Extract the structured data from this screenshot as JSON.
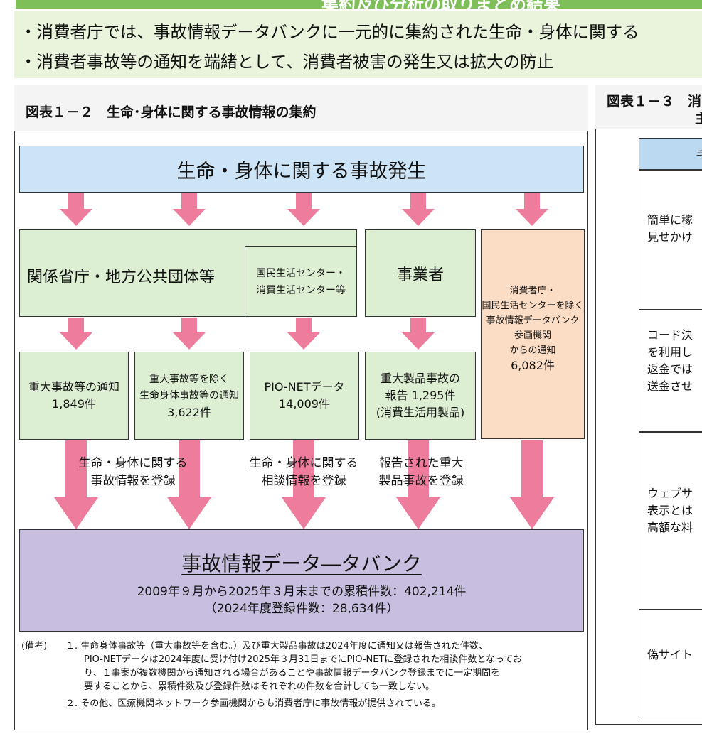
{
  "header": {
    "top_title_fragment": "集約及び分析の取りまとめ結果",
    "bullet_1": "・消費者庁では、事故情報データバンクに一元的に集約された生命・身体に関する",
    "bullet_2": "・消費者事故等の通知を端緒として、消費者被害の発生又は拡大の防止"
  },
  "figure_1_2": {
    "title": "図表１－２　生命･身体に関する事故情報の集約",
    "top_box": "生命・身体に関する事故発生",
    "sources": {
      "ministries": "関係省庁・地方公共団体等",
      "centers_line1": "国民生活センター・",
      "centers_line2": "消費生活センター等",
      "business": "事業者",
      "caa_line1": "消費者庁・",
      "caa_line2": "国民生活センターを除く",
      "caa_line3": "事故情報データバンク",
      "caa_line4": "参画機関",
      "caa_line5": "からの通知",
      "caa_count": "6,082件"
    },
    "items": [
      {
        "line1": "重大事故等の通知",
        "line2": "1,849件"
      },
      {
        "line1": "重大事故等を除く",
        "line2": "生命身体事故等の通知",
        "line3": "3,622件"
      },
      {
        "line1": "PIO-NETデータ",
        "line2": "14,009件"
      },
      {
        "line1": "重大製品事故の",
        "line2": "報告 1,295件",
        "line3": "(消費生活用製品)"
      }
    ],
    "labels": {
      "accident_1": "生命・身体に関する",
      "accident_2": "事故情報を登録",
      "consult_1": "生命・身体に関する",
      "consult_2": "相談情報を登録",
      "product_1": "報告された重大",
      "product_2": "製品事故を登録"
    },
    "databank": {
      "title": "事故情報データ―タバンク",
      "cumulative": "2009年９月から2025年３月末までの累積件数：402,214件",
      "fy2024": "（2024年度登録件数：28,634件）"
    },
    "notes": {
      "label": "(備考)",
      "n1_1": "１. 生命身体事故等（重大事故等を含む。）及び重大製品事故は2024年度に通知又は報告された件数、",
      "n1_2": "PIO-NETデータは2024年度に受け付け2025年３月31日までにPIO-NETに登録された相談件数となってお",
      "n1_3": "り、１事案が複数機関から通知される場合があることや事故情報データバンク登録までに一定期間を",
      "n1_4": "要することから、累積件数及び登録件数はそれぞれの件数を合計しても一致しない。",
      "n2": "２. その他、医療機関ネットワーク参画機関からも消費者庁に事故情報が提供されている。"
    }
  },
  "figure_1_3": {
    "title_line1": "図表１－３　消",
    "title_line2": "主",
    "header_fragment": "手",
    "row1": [
      "簡単に稼",
      "見せかけ"
    ],
    "row2": [
      "コード決",
      "を利用し",
      "返金では",
      "送金させ"
    ],
    "row3": [
      "ウェブサ",
      "表示とは",
      "高額な料"
    ],
    "row4": [
      "偽サイト"
    ]
  },
  "colors": {
    "arrow": "#ee7c9c",
    "blue_box": "#cde3f6",
    "green_box": "#dcefd2",
    "orange_box": "#fbdcc4",
    "purple_box": "#c8bfe0",
    "bullet_bg": "#eaf3dc"
  }
}
